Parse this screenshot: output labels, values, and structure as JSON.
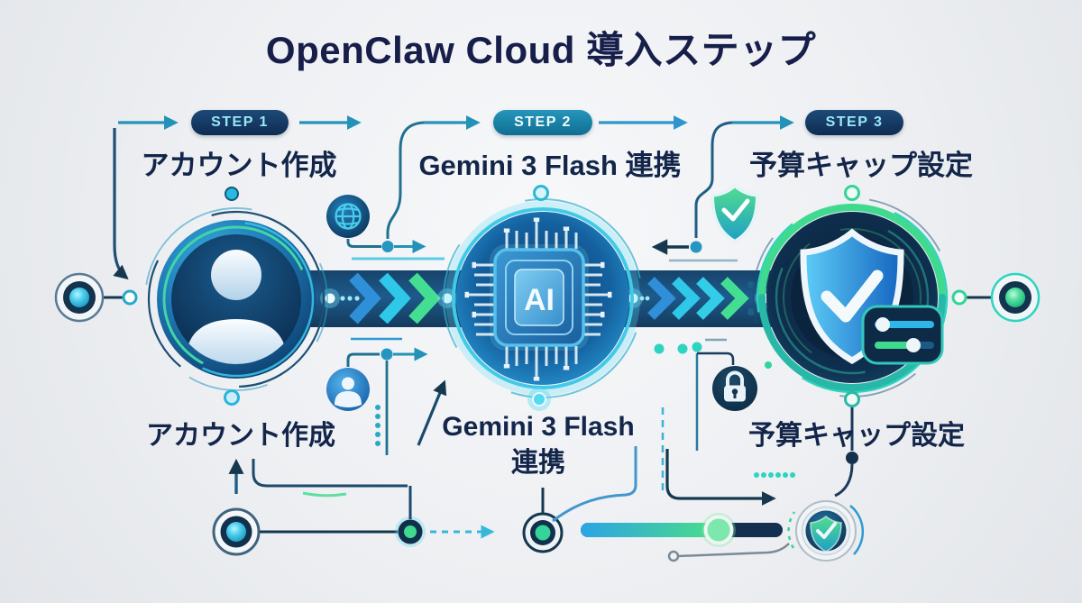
{
  "title": "OpenClaw Cloud 導入ステップ",
  "steps": [
    {
      "badge": "STEP 1",
      "heading": "アカウント作成",
      "caption": "アカウント作成",
      "icon": "user-avatar-icon"
    },
    {
      "badge": "STEP 2",
      "heading": "Gemini 3 Flash 連携",
      "caption_line1": "Gemini 3 Flash",
      "caption_line2": "連携",
      "chip_label": "AI",
      "icon": "ai-chip-icon"
    },
    {
      "badge": "STEP 3",
      "heading": "予算キャップ設定",
      "caption": "予算キャップ設定",
      "icon": "shield-check-icon"
    }
  ],
  "icons": {
    "globe": "globe-icon",
    "user_small": "user-small-icon",
    "shield_small": "shield-small-icon",
    "lock": "lock-icon",
    "shield_badge": "shield-check-badge-icon",
    "sliders": "sliders-panel-icon"
  },
  "colors": {
    "background": "#edeff2",
    "ink": "#171e4a",
    "navy": "#16384f",
    "blue": "#2e96cc",
    "cyan": "#38c8e8",
    "teal": "#2dd4bf",
    "green": "#44de92",
    "badge_dark": "#0e2c52",
    "badge_teal": "#1a85a8"
  }
}
